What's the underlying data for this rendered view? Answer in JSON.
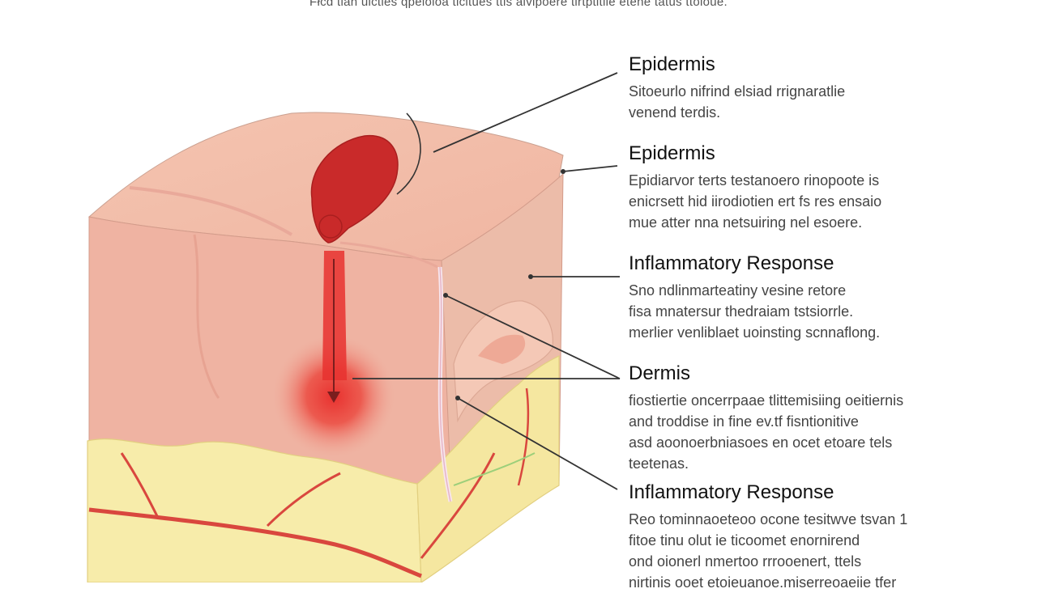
{
  "caption": "Fłcd tian ulctles qpeioloa ticitues ttis aivipoere tirtptitiie etene tatus ttoloue.",
  "labels": [
    {
      "title": "Epidermis",
      "lines": [
        "Sitoeurlo nifrind elsiad rrignaratlie",
        "venend terdis."
      ]
    },
    {
      "title": "Epidermis",
      "lines": [
        "Epidiarvor terts testanoero rinopoote is",
        "enicrsett hid iirodiotien ert fs res ensaio",
        "mue atter nna netsuiring nel esoere."
      ]
    },
    {
      "title": "Inflammatory Response",
      "lines": [
        "Sno ndlinmarteatiny vesine retore",
        "fisa mnatersur thedraiam tstsiorrle.",
        "merlier venliblaet uoinsting scnnaflong."
      ]
    },
    {
      "title": "Dermis",
      "lines": [
        "fiostiertie oncerrpaae tlittemisiing oeitiernis",
        "and troddise in fine ev.tf fisntionitive",
        "asd aoonoerbniasoes en ocet etoare tels",
        "teetenas."
      ]
    },
    {
      "title": "Inflammatory Response",
      "lines": [
        "Reo tominnaoeteoo ocone tesitwve tsvan 1",
        "fitoe tinu olut ie ticoomet enornirend",
        "ond oionerl nmertoo rrrooenert, ttels",
        "nirtinis ooet etoieuanoe.miserreoaeiie tfer"
      ]
    }
  ],
  "colors": {
    "epidermis": "#f2b7a6",
    "dermis": "#efb4a3",
    "fat": "#f7ecaa",
    "vessel": "#d9473e",
    "lesion": "#c92a2a",
    "inflammation": "#e8312f"
  }
}
